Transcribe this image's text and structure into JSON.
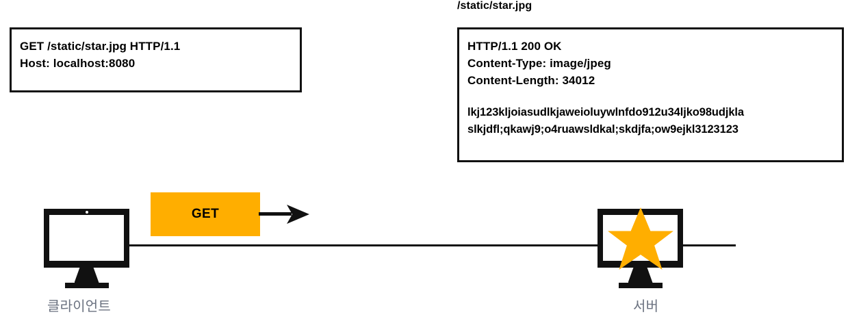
{
  "diagram": {
    "request_box": {
      "name": "http-request",
      "lines": [
        "GET /static/star.jpg HTTP/1.1",
        "Host: localhost:8080"
      ]
    },
    "response_title": "/static/star.jpg",
    "response_box": {
      "name": "http-response",
      "header_lines": [
        "HTTP/1.1 200 OK",
        "Content-Type: image/jpeg",
        "Content-Length: 34012"
      ],
      "body_lines": [
        "lkj123kljoiasudlkjaweioluywlnfdo912u34ljko98udjkla",
        "slkjdfl;qkawj9;o4ruawsldkal;skdjfa;ow9ejkl3123123"
      ]
    },
    "arrow_badge": {
      "label": "GET",
      "icon": "arrow-right-icon"
    },
    "client": {
      "icon": "desktop-monitor-icon",
      "caption": "클라이언트"
    },
    "server": {
      "icon": "desktop-monitor-icon",
      "screen_icon": "star-icon",
      "caption": "서버"
    },
    "colors": {
      "accent": "#FFAE00",
      "ink": "#111111",
      "caption": "#6b7280"
    }
  }
}
